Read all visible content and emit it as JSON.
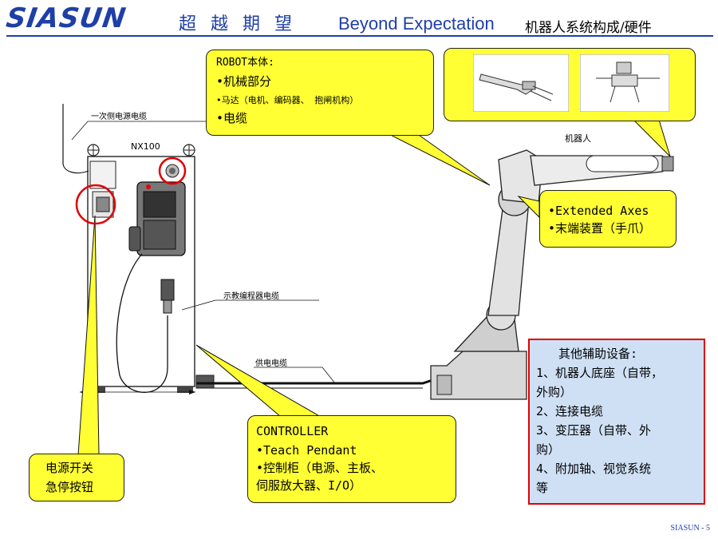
{
  "header": {
    "logo": "SIASUN",
    "chinese_title": "超越期望",
    "english_title": "Beyond Expectation",
    "subtitle": "机器人系统构成/硬件"
  },
  "diagram_labels": {
    "primary_power_cable": "一次侧电源电缆",
    "controller_model": "NX100",
    "teach_cable": "示教编程器电缆",
    "supply_cable": "供电电缆",
    "robot": "机器人"
  },
  "callouts": {
    "robot_body": {
      "title": "ROBOT本体:",
      "line1": "•机械部分",
      "line2": "•马达（电机、编码器、 抱闸机构）",
      "line3": "•电缆"
    },
    "extended": {
      "line1": "•Extended Axes",
      "line2": "•末端装置（手爪）"
    },
    "controller": {
      "title": "CONTROLLER",
      "line1": "•Teach Pendant",
      "line2": "•控制柜（电源、主板、",
      "line3": "伺服放大器、I/O）"
    },
    "power_switch": {
      "line1": "电源开关",
      "line2": "急停按钮"
    },
    "auxiliary": {
      "title": "其他辅助设备:",
      "line1": "1、机器人底座（自带，",
      "line2": "外购）",
      "line3": "2、连接电缆",
      "line4": "3、变压器（自带、外",
      "line5": "购）",
      "line6": "4、附加轴、视觉系统",
      "line7": "等"
    }
  },
  "footer": {
    "page_label": "SIASUN - 5"
  },
  "colors": {
    "brand_blue": "#1f3fa8",
    "callout_yellow": "#ffff33",
    "highlight_red": "#e00000",
    "aux_box_fill": "#cfe0f5"
  }
}
